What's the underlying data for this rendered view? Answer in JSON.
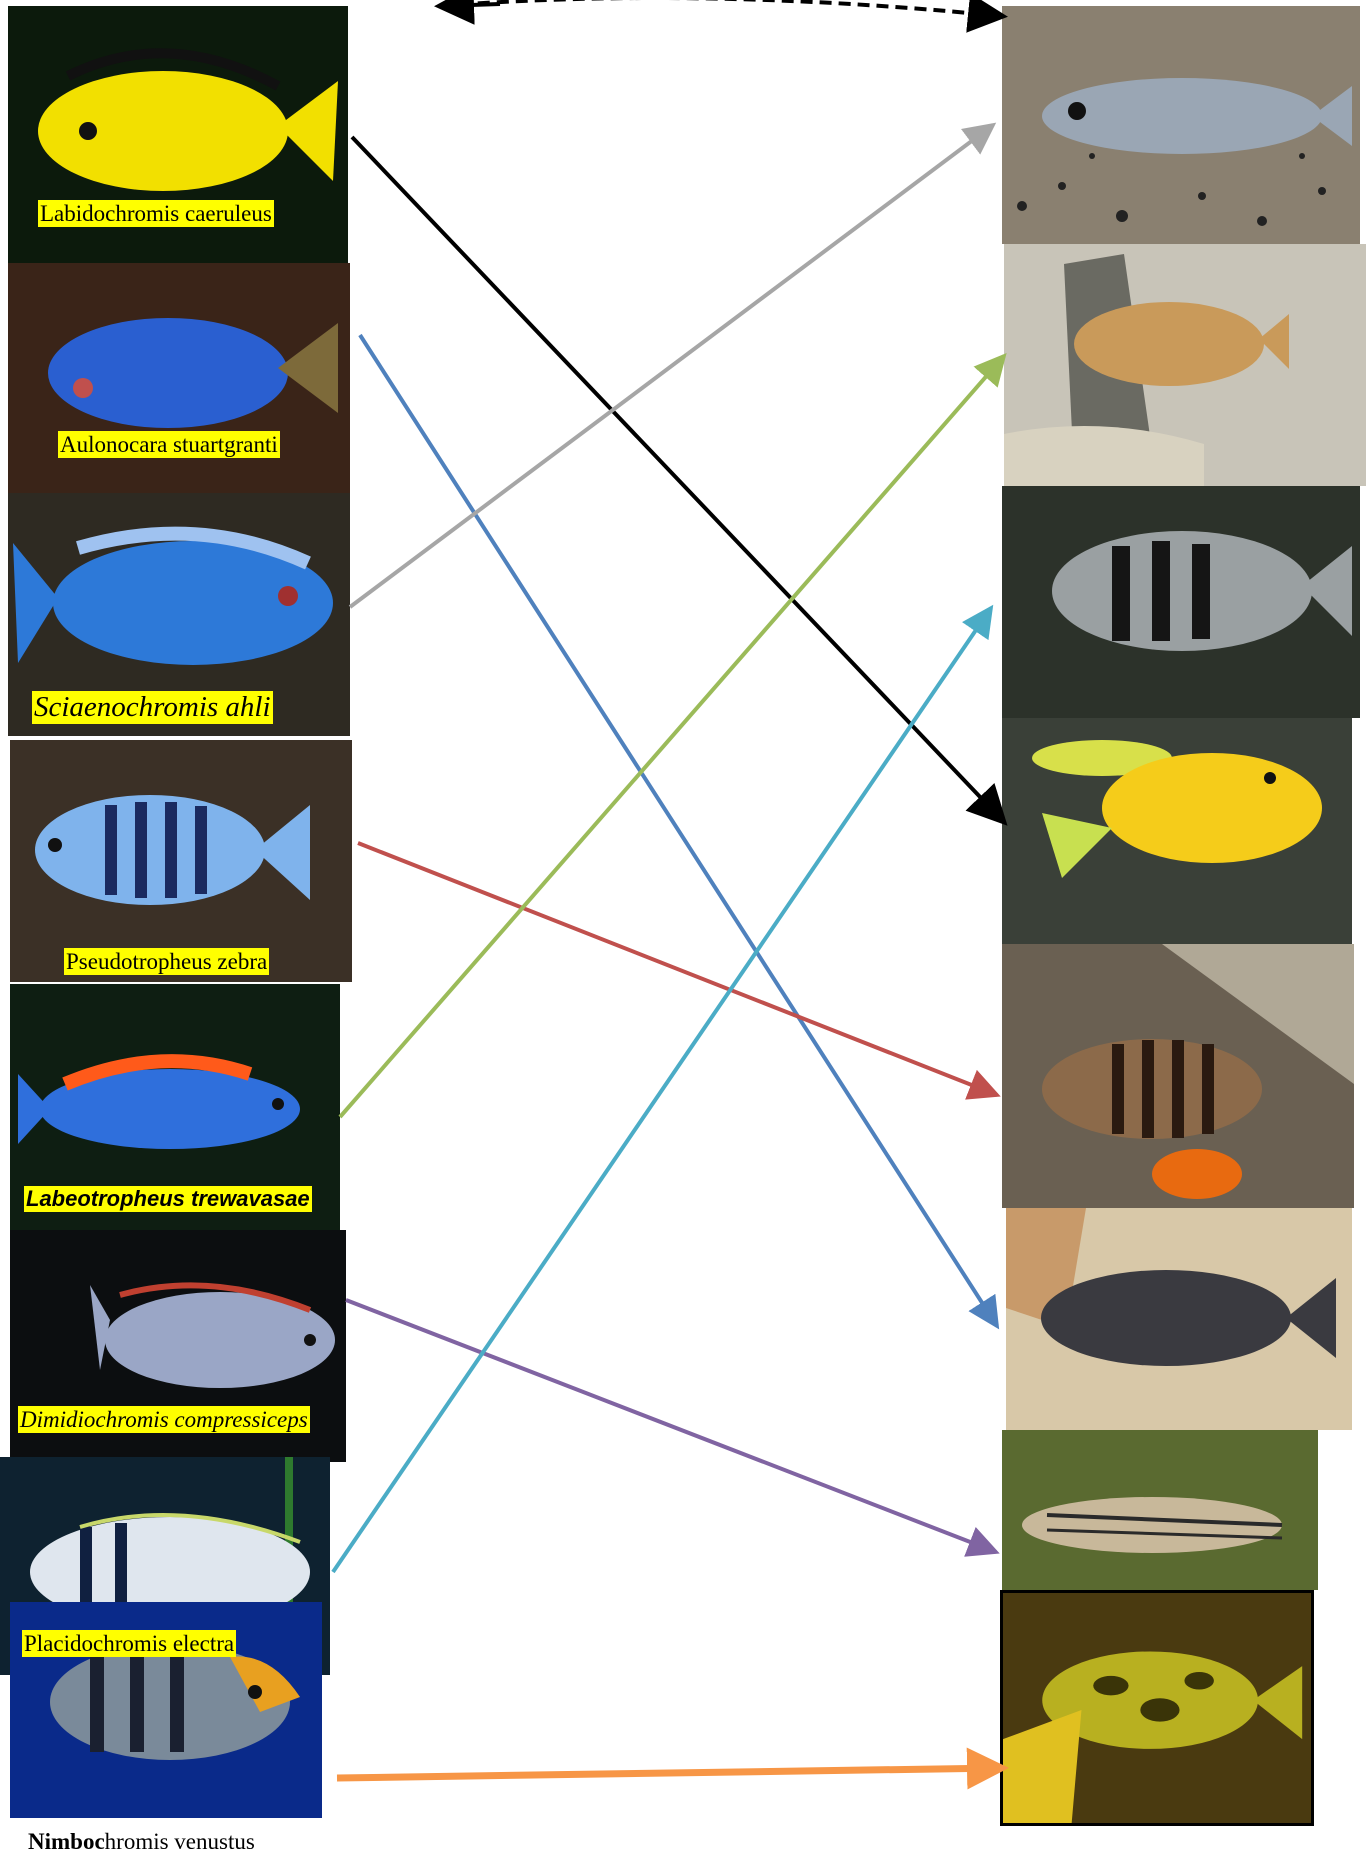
{
  "left_species": [
    {
      "id": "labidochromis",
      "label": "Labidochromis caeruleus",
      "style": "plain",
      "body_color": "#f2e000",
      "bg_color": "#0c1a0c"
    },
    {
      "id": "aulonocara",
      "label": "Aulonocara stuartgranti",
      "style": "plain",
      "body_color": "#2a5fd0",
      "bg_color": "#3a2418"
    },
    {
      "id": "sciaenochromis",
      "label": "Sciaenochromis ahli",
      "style": "italic",
      "body_color": "#2d79d8",
      "bg_color": "#2e2a22"
    },
    {
      "id": "pseudotropheus",
      "label": "Pseudotropheus zebra",
      "style": "plain",
      "body_color": "#7fb3ec",
      "bg_color": "#3b3026"
    },
    {
      "id": "labeotropheus",
      "label": "Labeotropheus  trewavasae",
      "style": "bold-italic",
      "body_color": "#2f6fdc",
      "bg_color": "#0e1e12"
    },
    {
      "id": "dimidiochromis",
      "label": "Dimidiochromis compressiceps",
      "style": "italic",
      "body_color": "#9aa6c6",
      "bg_color": "#0c0e10"
    },
    {
      "id": "placidochromis",
      "label": "Placidochromis electra",
      "style": "plain",
      "body_color": "#dfe6ee",
      "bg_color": "#0e2230"
    },
    {
      "id": "nimbochromis",
      "label_bold": "Nimboc",
      "label_rest": "hromis venustus",
      "body_color": "#2a4fc8",
      "bg_color": "#0a2a8a"
    }
  ],
  "right_photos": [
    {
      "id": "r1",
      "body_color": "#9aa6b4",
      "bg_color": "#8a8070"
    },
    {
      "id": "r2",
      "body_color": "#c99a5a",
      "bg_color": "#c8c4b8"
    },
    {
      "id": "r3",
      "body_color": "#9aa0a2",
      "bg_color": "#2c322a"
    },
    {
      "id": "r4",
      "body_color": "#f5cc1a",
      "bg_color": "#3a4038"
    },
    {
      "id": "r5",
      "body_color": "#8c6a4a",
      "bg_color": "#6a6052"
    },
    {
      "id": "r6",
      "body_color": "#3a3a40",
      "bg_color": "#d8c8a8"
    },
    {
      "id": "r7",
      "body_color": "#c8b89a",
      "bg_color": "#5a6a30"
    },
    {
      "id": "r8",
      "body_color": "#b8b020",
      "bg_color": "#4a3a10"
    }
  ],
  "arrow_colors": {
    "black": "#000000",
    "blue": "#4f81bd",
    "gray": "#a6a6a6",
    "red": "#c0504d",
    "green": "#9bbb59",
    "purple": "#8064a2",
    "teal": "#4bacc6",
    "orange": "#f79646"
  }
}
